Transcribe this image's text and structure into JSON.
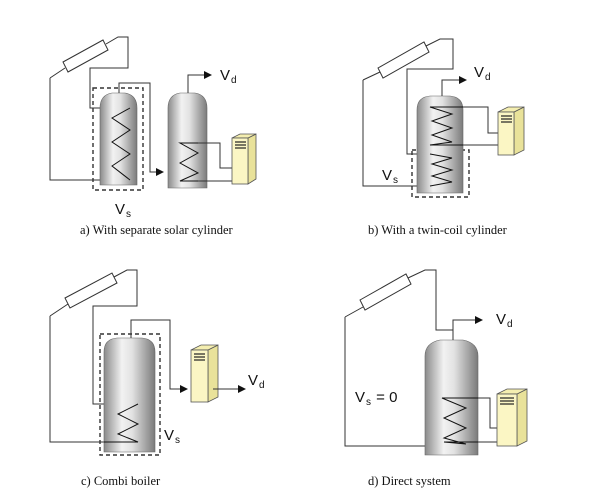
{
  "figure": {
    "panels": [
      {
        "id": "a",
        "caption": "a) With separate solar cylinder",
        "labels": {
          "vd": "V",
          "vd_sub": "d",
          "vs": "V",
          "vs_sub": "s"
        }
      },
      {
        "id": "b",
        "caption": "b) With a twin-coil cylinder",
        "labels": {
          "vd": "V",
          "vd_sub": "d",
          "vs": "V",
          "vs_sub": "s"
        }
      },
      {
        "id": "c",
        "caption": "c) Combi boiler",
        "labels": {
          "vd": "V",
          "vd_sub": "d",
          "vs": "V",
          "vs_sub": "s"
        }
      },
      {
        "id": "d",
        "caption": "d) Direct system",
        "labels": {
          "vd": "V",
          "vd_sub": "d",
          "vs": "V",
          "vs_sub": "s",
          "vs_eq": " = 0"
        }
      }
    ],
    "colors": {
      "boiler_fill": "#fbf6c4",
      "boiler_side": "#e9e29a",
      "tank_light": "#f2f2f2",
      "tank_dark": "#8a8a8a"
    },
    "icons": {
      "collector": "solar-collector-icon",
      "tank": "cylinder-tank-icon",
      "boiler": "boiler-icon",
      "coil": "heat-exchanger-coil-icon",
      "arrow": "flow-arrow-icon"
    }
  }
}
